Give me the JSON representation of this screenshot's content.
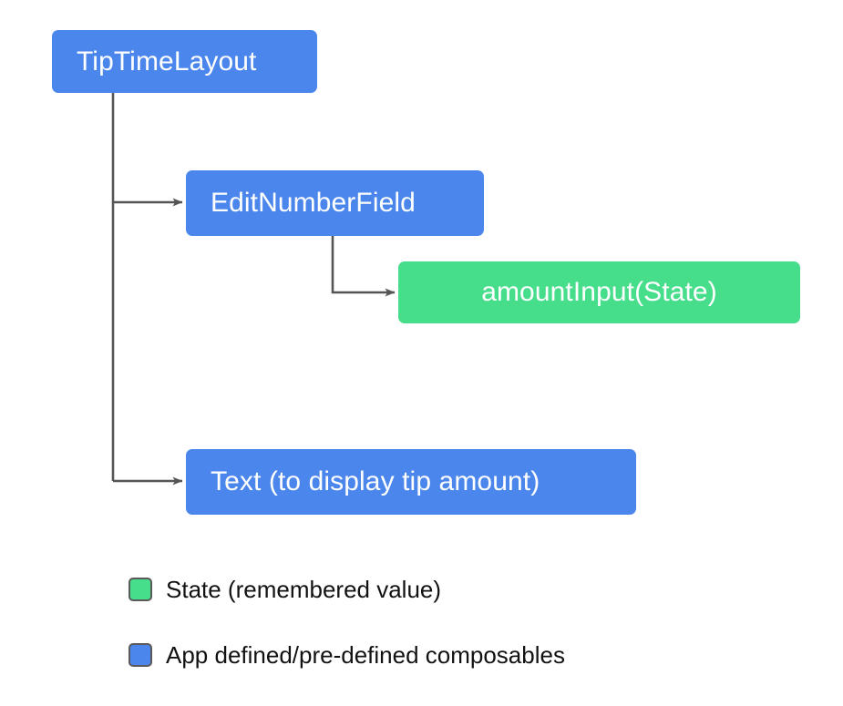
{
  "diagram": {
    "type": "composable-hierarchy-tree",
    "nodes": [
      {
        "id": "tiptimelayout",
        "label": "TipTimeLayout",
        "kind": "composable"
      },
      {
        "id": "editnumberfield",
        "label": "EditNumberField",
        "kind": "composable"
      },
      {
        "id": "amountinput",
        "label": "amountInput(State)",
        "kind": "state"
      },
      {
        "id": "text",
        "label": "Text (to display tip amount)",
        "kind": "composable"
      }
    ],
    "edges": [
      {
        "from": "tiptimelayout",
        "to": "editnumberfield"
      },
      {
        "from": "tiptimelayout",
        "to": "text"
      },
      {
        "from": "editnumberfield",
        "to": "amountinput"
      }
    ]
  },
  "legend": {
    "items": [
      {
        "swatch": "state-swatch",
        "label": "State (remembered value)"
      },
      {
        "swatch": "composables-swatch",
        "label": "App defined/pre-defined composables"
      }
    ]
  },
  "colors": {
    "composable_blue": "#4a86ec",
    "state_green": "#46dd8b",
    "connector_gray": "#555555",
    "swatch_border": "#5a5a5a",
    "text_white": "#ffffff",
    "legend_text": "#121212",
    "background": "#ffffff"
  }
}
